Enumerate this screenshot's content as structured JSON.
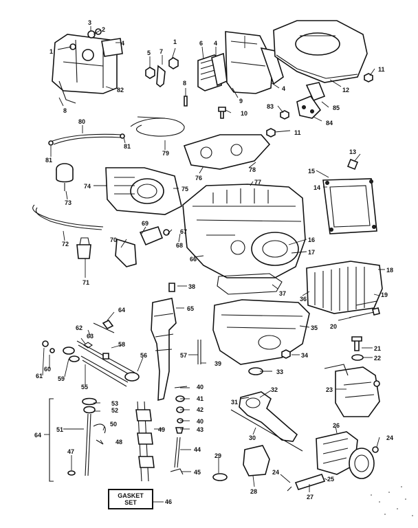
{
  "diagram": {
    "gasket_set": {
      "line1": "GASKET",
      "line2": "SET",
      "number": "46"
    },
    "callouts": [
      "1",
      "2",
      "3",
      "4",
      "5",
      "6",
      "7",
      "8",
      "9",
      "10",
      "11",
      "12",
      "13",
      "14",
      "15",
      "16",
      "17",
      "18",
      "19",
      "20",
      "21",
      "22",
      "23",
      "24",
      "25",
      "26",
      "27",
      "28",
      "29",
      "30",
      "31",
      "32",
      "33",
      "34",
      "35",
      "36",
      "37",
      "38",
      "39",
      "40",
      "41",
      "42",
      "43",
      "44",
      "45",
      "47",
      "48",
      "49",
      "50",
      "51",
      "52",
      "53",
      "55",
      "56",
      "57",
      "58",
      "59",
      "60",
      "61",
      "62",
      "63",
      "64",
      "65",
      "66",
      "67",
      "68",
      "69",
      "70",
      "71",
      "72",
      "73",
      "74",
      "75",
      "76",
      "77",
      "78",
      "79",
      "80",
      "81",
      "82",
      "83",
      "84",
      "85"
    ]
  }
}
